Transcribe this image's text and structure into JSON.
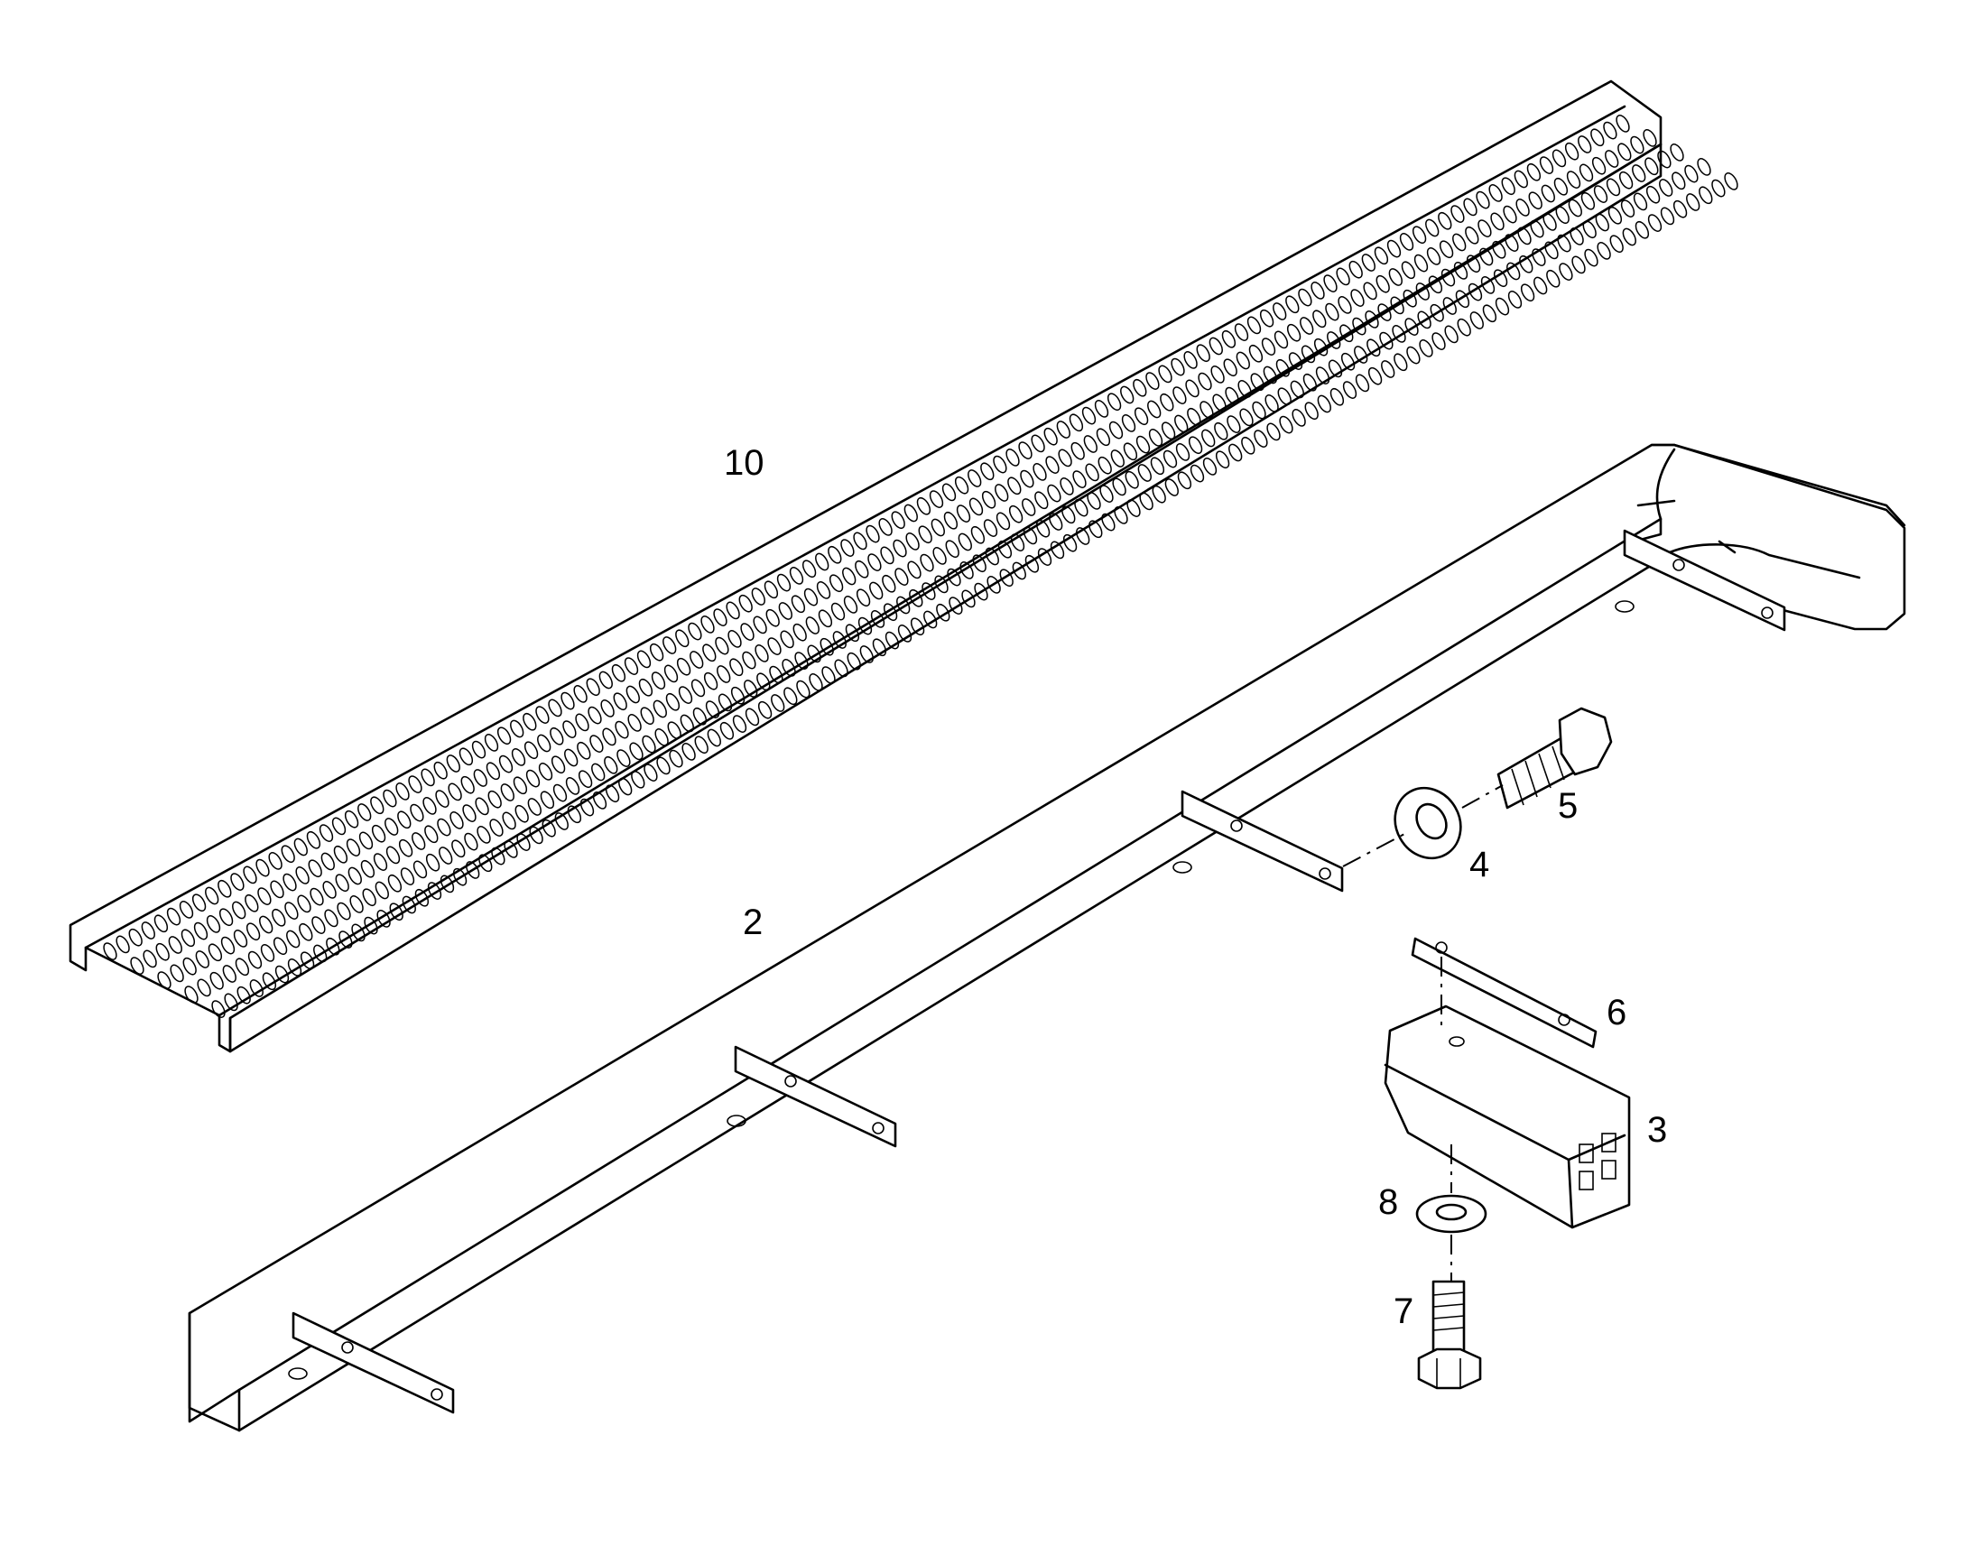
{
  "callouts": [
    {
      "id": "grating",
      "label": "10"
    },
    {
      "id": "rail",
      "label": "2"
    },
    {
      "id": "bracket",
      "label": "3"
    },
    {
      "id": "washer-large",
      "label": "4"
    },
    {
      "id": "hex-bolt-upper",
      "label": "5"
    },
    {
      "id": "strap-plate",
      "label": "6"
    },
    {
      "id": "hex-bolt-lower",
      "label": "7"
    },
    {
      "id": "washer-small",
      "label": "8"
    }
  ],
  "colors": {
    "line": "#000000",
    "background": "#ffffff"
  }
}
